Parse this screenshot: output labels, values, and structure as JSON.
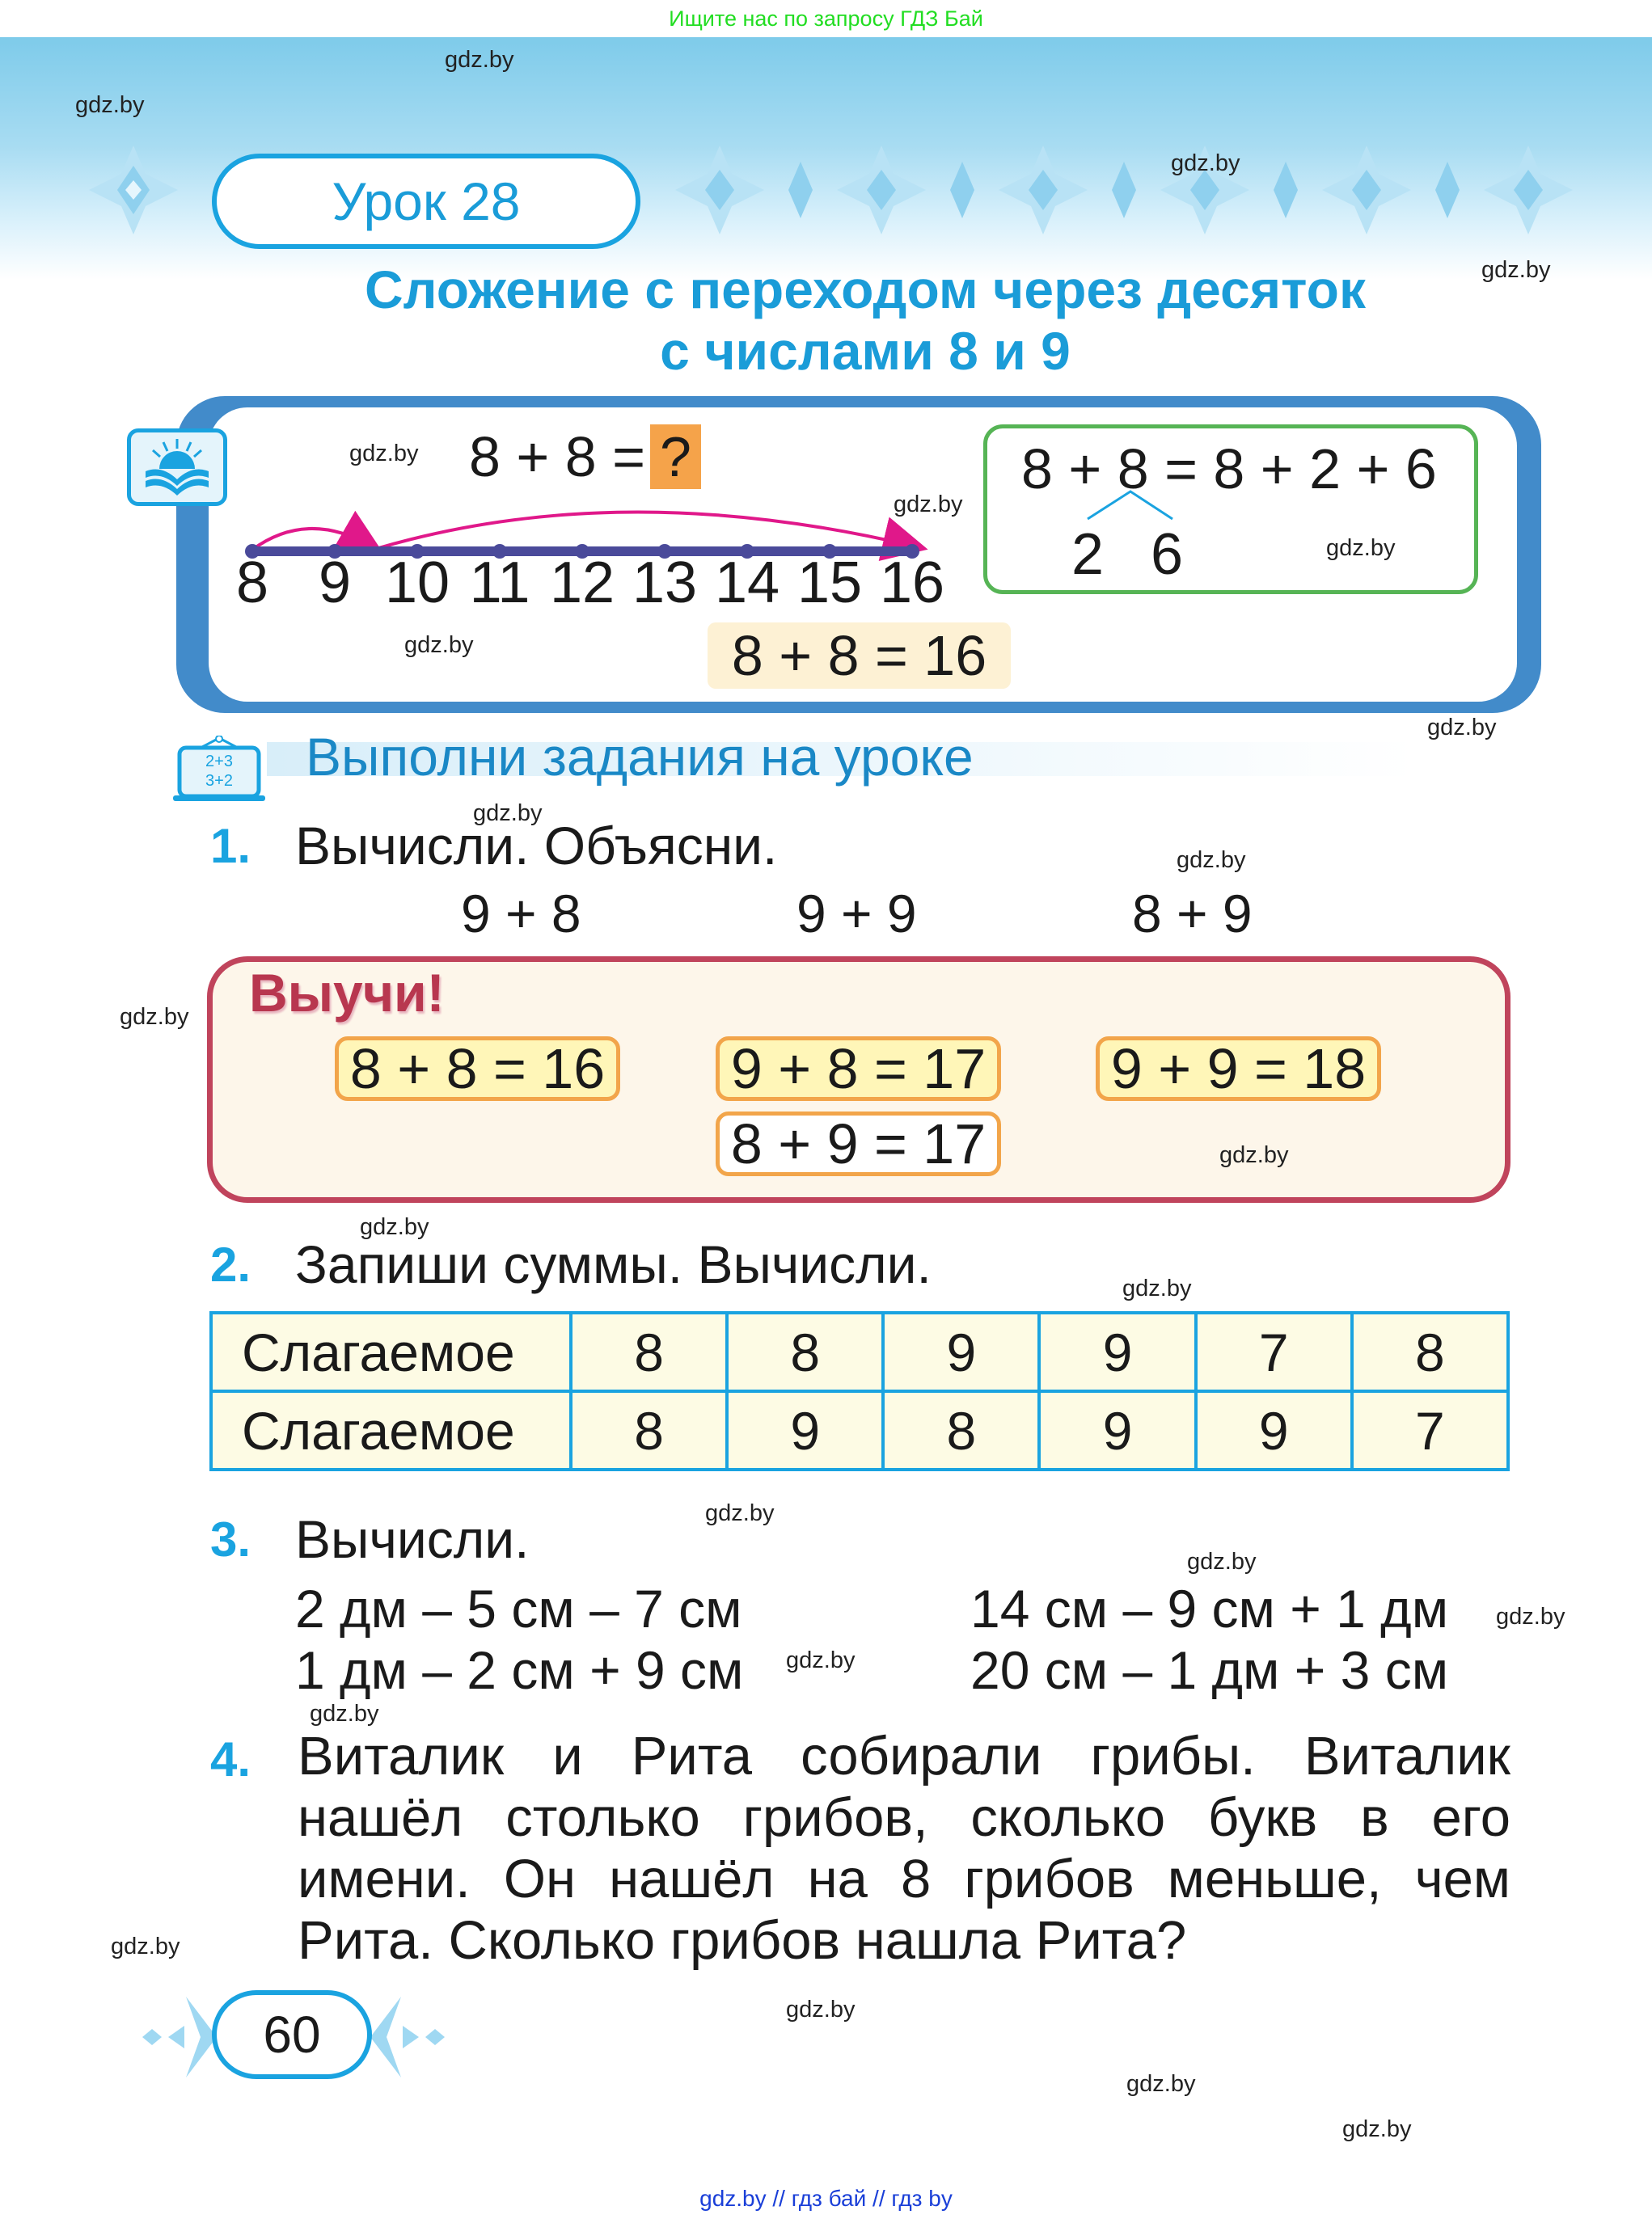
{
  "banner": {
    "text": "Ищите нас по запросу ГДЗ Бай"
  },
  "watermark": "gdz.by",
  "header": {
    "lesson_label": "Урок 28",
    "title_line1": "Сложение с переходом через десяток",
    "title_line2": "с числами 8 и 9"
  },
  "theory": {
    "question": {
      "expression": "8 + 8 =",
      "unknown": "?",
      "highlight_color": "#f5a34a"
    },
    "number_line": {
      "numbers": [
        "8",
        "9",
        "10",
        "11",
        "12",
        "13",
        "14",
        "15",
        "16"
      ],
      "jumps": [
        {
          "from": "8",
          "to": "10"
        },
        {
          "from": "10",
          "to": "16"
        }
      ],
      "line_color": "#4a4a9a",
      "arrow_color": "#e0188a"
    },
    "answer": "8 + 8 = 16",
    "decomposition": {
      "equation": "8 + 8 = 8 + 2 + 6",
      "parts": [
        "2",
        "6"
      ]
    }
  },
  "section": {
    "icon_text_line1": "2+3",
    "icon_text_line2": "3+2",
    "title": "Выполни задания на уроке"
  },
  "tasks": [
    {
      "number": "1.",
      "text": "Вычисли. Объясни.",
      "expressions": [
        "9 + 8",
        "9 + 9",
        "8 + 9"
      ]
    },
    {
      "number": "2.",
      "text": "Запиши суммы. Вычисли.",
      "table": {
        "rows": [
          {
            "label": "Слагаемое",
            "values": [
              "8",
              "8",
              "9",
              "9",
              "7",
              "8"
            ]
          },
          {
            "label": "Слагаемое",
            "values": [
              "8",
              "9",
              "8",
              "9",
              "9",
              "7"
            ]
          }
        ]
      }
    },
    {
      "number": "3.",
      "text": "Вычисли.",
      "expressions_left": [
        "2 дм – 5 см – 7 см",
        "1 дм – 2 см + 9 см"
      ],
      "expressions_right": [
        "14 см – 9 см + 1 дм",
        "20 см – 1 дм + 3 см"
      ]
    },
    {
      "number": "4.",
      "text": "Виталик и Рита собирали грибы. Виталик нашёл столько грибов, сколько букв в его имени. Он нашёл на 8 грибов меньше, чем Рита. Сколько грибов нашла Рита?"
    }
  ],
  "learn": {
    "title": "Выучи!",
    "facts": [
      "8 + 8 = 16",
      "9 + 8 = 17",
      "8 + 9 = 17",
      "9 + 9 = 18"
    ]
  },
  "page_number": "60",
  "footer": {
    "text": "gdz.by  //  гдз бай  //  гдз by"
  }
}
